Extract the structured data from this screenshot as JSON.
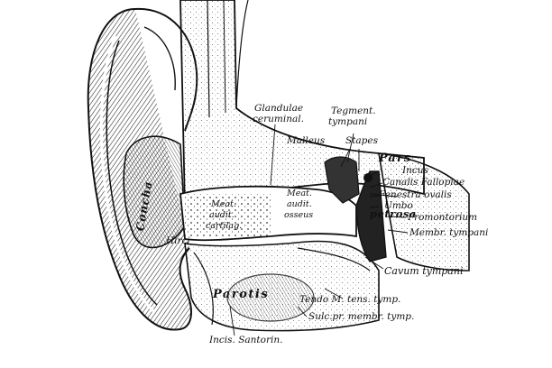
{
  "labels": {
    "glandulae_1": "Glandulae",
    "glandulae_2": "ceruminal.",
    "tegment_1": "Tegment.",
    "tegment_2": "tympani",
    "malleus": "Malleus",
    "stapes": "Stapes",
    "pars": "Pars",
    "incus": "Incus",
    "canalis": "Canalis Fallopiae",
    "fenestra": "Fenestra ovalis",
    "umbo": "Umbo",
    "petrosa": "petrosa",
    "promontorium": "Promontorium",
    "membr": "Membr. tympani",
    "concha": "Concha",
    "meat_cart_1": "Meat.",
    "meat_cart_2": "audit.",
    "meat_cart_3": "cartilag.",
    "meat_oss_1": "Meat.",
    "meat_oss_2": "audit.",
    "meat_oss_3": "osseus",
    "hirci": "Hirci",
    "cavum": "Cavum tympani",
    "parotis": "Parotis",
    "tendo": "Tendo M. tens. tymp.",
    "sulc": "Sulc.pr. membr. tymp.",
    "incis": "Incis. Santorin."
  },
  "colors": {
    "ink": "#111111",
    "paper": "#ffffff",
    "shade": "#2a2a2a"
  }
}
